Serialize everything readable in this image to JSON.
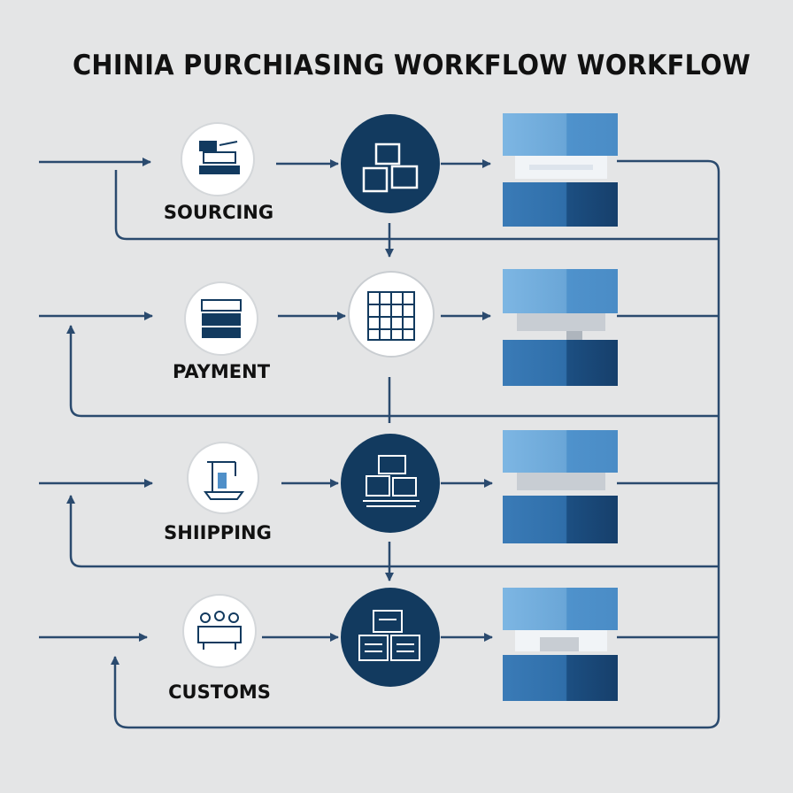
{
  "title": "CHINIA PURCHIASING WORKFLOW WORKFLOW",
  "colors": {
    "background": "#e4e5e6",
    "navy": "#123a5f",
    "line": "#2a4a6e",
    "block_light": "#6ea8d8",
    "block_dark": "#1f5d96"
  },
  "stages": [
    {
      "label": "SOURCING",
      "icon": "sourcing-icon",
      "hub_icon": "boxes-icon",
      "hub_style": "navy"
    },
    {
      "label": "PAYMENT",
      "icon": "payment-icon",
      "hub_icon": "building-icon",
      "hub_style": "white"
    },
    {
      "label": "SHIIPPING",
      "icon": "ship-crane-icon",
      "hub_icon": "pallet-icon",
      "hub_style": "navy"
    },
    {
      "label": "CUSTOMS",
      "icon": "customs-desk-icon",
      "hub_icon": "documents-icon",
      "hub_style": "navy"
    }
  ]
}
